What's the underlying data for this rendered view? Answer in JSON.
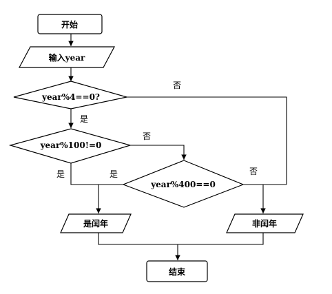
{
  "nodes": {
    "start": "开始",
    "input": "输入year",
    "cond_mod4": "year%4==0?",
    "cond_mod100": "year%100!=0",
    "cond_mod400": "year%400==0",
    "leap": "是闰年",
    "not_leap": "非闰年",
    "end": "结束"
  },
  "edge_labels": {
    "mod4_no": "否",
    "mod4_yes": "是",
    "mod100_no": "否",
    "mod100_yes": "是",
    "mod400_yes": "是",
    "mod400_no": "否"
  }
}
